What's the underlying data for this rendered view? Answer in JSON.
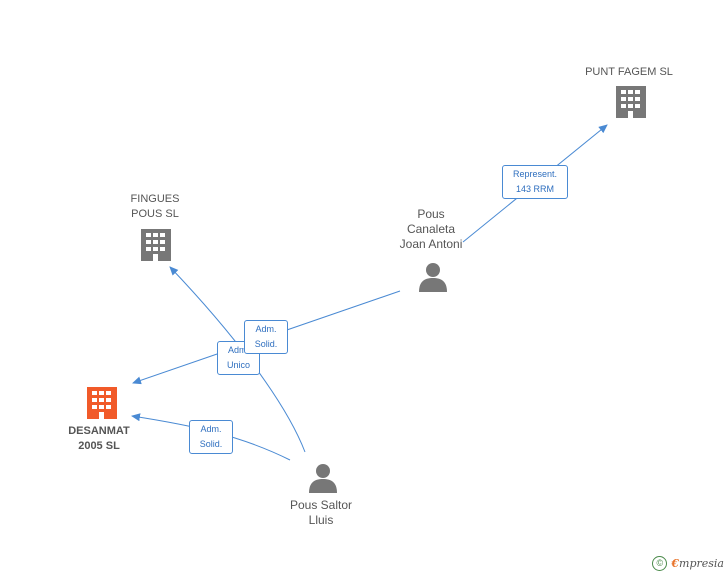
{
  "colors": {
    "edge": "#4a8ad3",
    "company": "#777777",
    "company_highlight": "#f15a29",
    "person": "#777777"
  },
  "nodes": {
    "punt_fagem": {
      "label": "PUNT FAGEM  SL",
      "icon": "building-icon"
    },
    "fingues": {
      "label_lines": [
        "FINGUES",
        "POUS SL"
      ],
      "icon": "building-icon"
    },
    "pous_canaleta": {
      "label_lines": [
        "Pous",
        "Canaleta",
        "Joan Antoni"
      ],
      "icon": "person-icon"
    },
    "desanmat": {
      "label_lines": [
        "DESANMAT",
        "2005 SL"
      ],
      "icon": "building-icon"
    },
    "pous_saltor": {
      "label_lines": [
        "Pous Saltor",
        "Lluis"
      ],
      "icon": "person-icon"
    }
  },
  "edges": {
    "represent": {
      "lines": [
        "Represent.",
        "143 RRM"
      ]
    },
    "adm_solid_top": {
      "lines": [
        "Adm.",
        "Solid."
      ]
    },
    "adm_unico": {
      "lines": [
        "Adm.",
        "Unico"
      ]
    },
    "adm_solid_bottom": {
      "lines": [
        "Adm.",
        "Solid."
      ]
    }
  },
  "footer": {
    "copyright": "©",
    "brand_first": "€",
    "brand_rest": "mpresia"
  }
}
